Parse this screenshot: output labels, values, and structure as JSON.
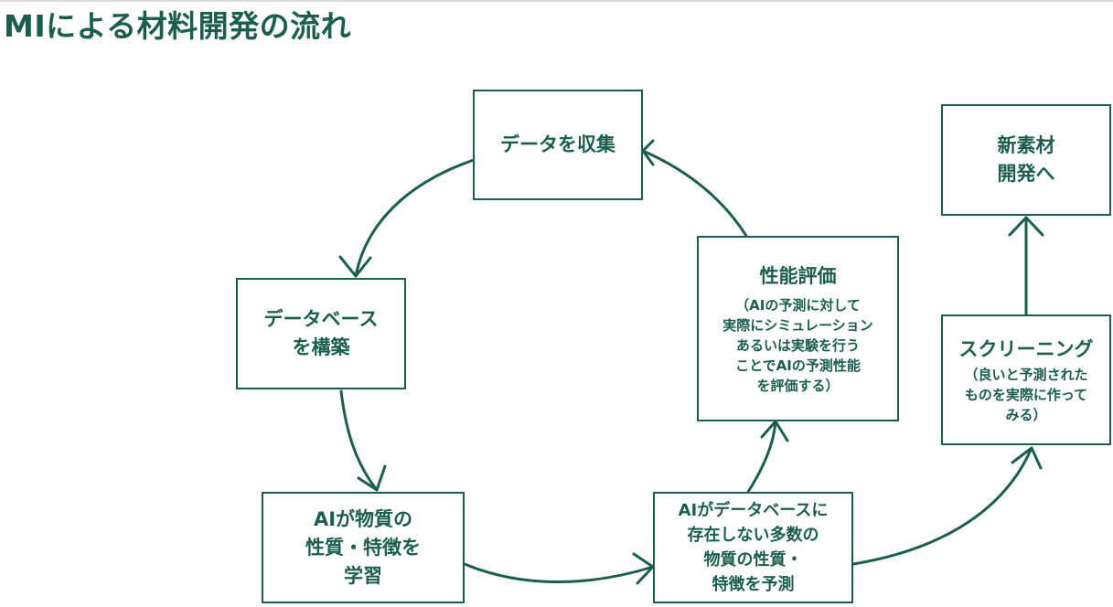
{
  "title": "MIによる材料開発の流れ",
  "nodes": {
    "collect": {
      "lines": [
        "データを収集"
      ]
    },
    "database": {
      "lines": [
        "データベース",
        "を構築"
      ]
    },
    "learn": {
      "lines": [
        "AIが物質の",
        "性質・特徴を",
        "学習"
      ]
    },
    "predict": {
      "lines": [
        "AIがデータベースに",
        "存在しない多数の",
        "物質の性質・",
        "特徴を予測"
      ]
    },
    "evaluate": {
      "heading": "性能評価",
      "lines": [
        "（AIの予測に対して",
        "実際にシミュレーション",
        "あるいは実験を行う",
        "ことでAIの予測性能",
        "を評価する）"
      ]
    },
    "screening": {
      "heading": "スクリーニング",
      "lines": [
        "（良いと予測された",
        "ものを実際に作って",
        "みる）"
      ]
    },
    "new_material": {
      "lines": [
        "新素材",
        "開発へ"
      ]
    }
  },
  "colors": {
    "accent": "#1c5e4e",
    "background": "#ffffff",
    "rule": "#d9d9d9"
  }
}
